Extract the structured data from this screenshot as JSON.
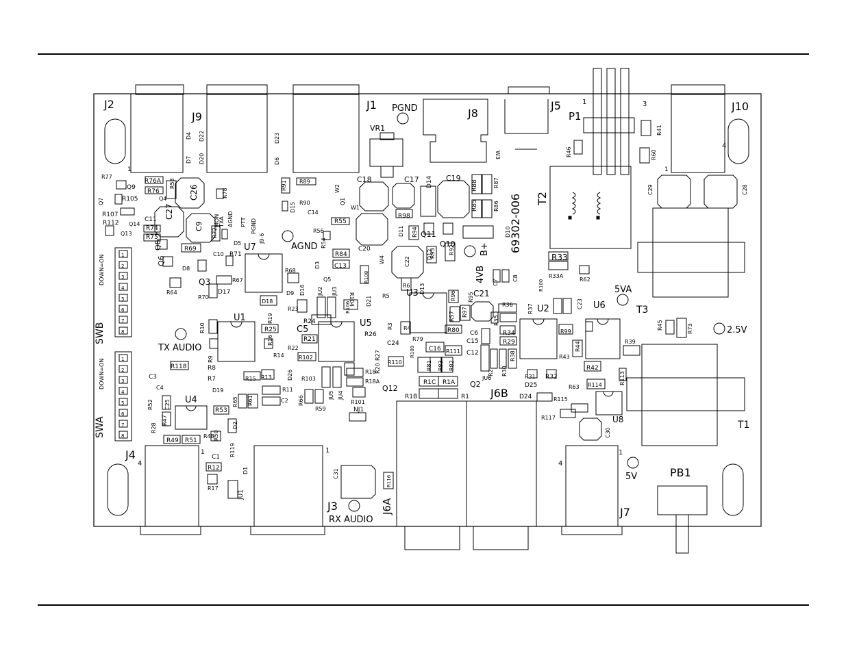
{
  "figure": {
    "board_part_number": "69302-006",
    "connectors": [
      "J2",
      "J9",
      "J1",
      "J8",
      "J5",
      "J10",
      "J4",
      "J3",
      "J6A",
      "J6B",
      "J7"
    ],
    "header": "P1",
    "pushbutton": "PB1",
    "transformers": [
      "T1",
      "T2",
      "T3"
    ],
    "ics": [
      "U1",
      "U2",
      "U3",
      "U4",
      "U5",
      "U6",
      "U7",
      "U8"
    ],
    "regulator": "VR1",
    "test_points": {
      "pgnd": "PGND",
      "agnd": "AGND",
      "tx_audio": "TX AUDIO",
      "rx_audio": "RX AUDIO",
      "b_plus": "B+",
      "four_vb": "4VB",
      "five_va": "5VA",
      "two_five_v": "2.5V",
      "five_v": "5V"
    },
    "switch_banks": [
      {
        "name": "SWB",
        "caption": "DOWN=ON",
        "positions": [
          "1",
          "2",
          "3",
          "4",
          "5",
          "6",
          "7",
          "8"
        ]
      },
      {
        "name": "SWA",
        "caption": "DOWN=ON",
        "positions": [
          "1",
          "2",
          "3",
          "4",
          "5",
          "6",
          "7",
          "8"
        ]
      }
    ],
    "j9_pins": [
      "MON",
      "TXA",
      "AGND",
      "PTT",
      "PGND",
      "J9-6"
    ],
    "pin_numbers": {
      "one": "1",
      "three": "3",
      "four": "4"
    },
    "capacitors": [
      "C1",
      "C2",
      "C3",
      "C4",
      "C5",
      "C6",
      "C7",
      "C8",
      "C9",
      "C10",
      "C11",
      "C12",
      "C13",
      "C14",
      "C15",
      "C16",
      "C17",
      "C18",
      "C19",
      "C20",
      "C21",
      "C22",
      "C23",
      "C24",
      "C25",
      "C26",
      "C27",
      "C28",
      "C29",
      "C30",
      "C31"
    ],
    "diodes": [
      "D1",
      "D2",
      "D3",
      "D4",
      "D5",
      "D6",
      "D7",
      "D8",
      "D9",
      "D10",
      "D11",
      "D12",
      "D13",
      "D14",
      "D15",
      "D16",
      "D17",
      "D18",
      "D19",
      "D20",
      "D21",
      "D22",
      "D23",
      "D24",
      "D25",
      "D26"
    ],
    "transistors": [
      "Q1",
      "Q2",
      "Q3",
      "Q4",
      "Q5",
      "Q6",
      "Q7",
      "Q8",
      "Q9",
      "Q10",
      "Q11",
      "Q12",
      "Q13",
      "Q14"
    ],
    "jumpers": [
      "JU1",
      "JU2",
      "JU3",
      "JU4",
      "JU5",
      "JU6",
      "NJ1",
      "W1",
      "W2",
      "W3",
      "W4"
    ],
    "resistors": [
      "R1",
      "R1A",
      "R1B",
      "R1C",
      "R2",
      "R3",
      "R4",
      "R5",
      "R6",
      "R7",
      "R8",
      "R9",
      "R10",
      "R11",
      "R12",
      "R13",
      "R14",
      "R15",
      "R16",
      "R17",
      "R18",
      "R18A",
      "R19",
      "R20",
      "R21",
      "R22",
      "R23",
      "R24",
      "R25",
      "R26",
      "R27",
      "R28",
      "R29",
      "R30",
      "R31",
      "R32",
      "R33",
      "R33A",
      "R34",
      "R35",
      "R36",
      "R37",
      "R38",
      "R39",
      "R41",
      "R42",
      "R43",
      "R44",
      "R45",
      "R46",
      "R47",
      "R48",
      "R49",
      "R50",
      "R51",
      "R52",
      "R53",
      "R54",
      "R55",
      "R56",
      "R57",
      "R58",
      "R59",
      "R60",
      "R61",
      "R62",
      "R63",
      "R64",
      "R65",
      "R66",
      "R67",
      "R68",
      "R69",
      "R70",
      "R71",
      "R72",
      "R73",
      "R74",
      "R75",
      "R76",
      "R76A",
      "R77",
      "R78",
      "R79",
      "R80",
      "R81",
      "R82",
      "R83",
      "R84",
      "R85",
      "R86",
      "R87",
      "R88",
      "R89",
      "R90",
      "R91",
      "R92",
      "R93",
      "R94",
      "R95",
      "R96",
      "R97",
      "R98",
      "R99",
      "R100",
      "R101",
      "R102",
      "R103",
      "R104",
      "R105",
      "R106",
      "R107",
      "R108",
      "R109",
      "R110",
      "R111",
      "R112",
      "R113",
      "R114",
      "R115",
      "R116",
      "R117",
      "R118",
      "R119"
    ]
  }
}
